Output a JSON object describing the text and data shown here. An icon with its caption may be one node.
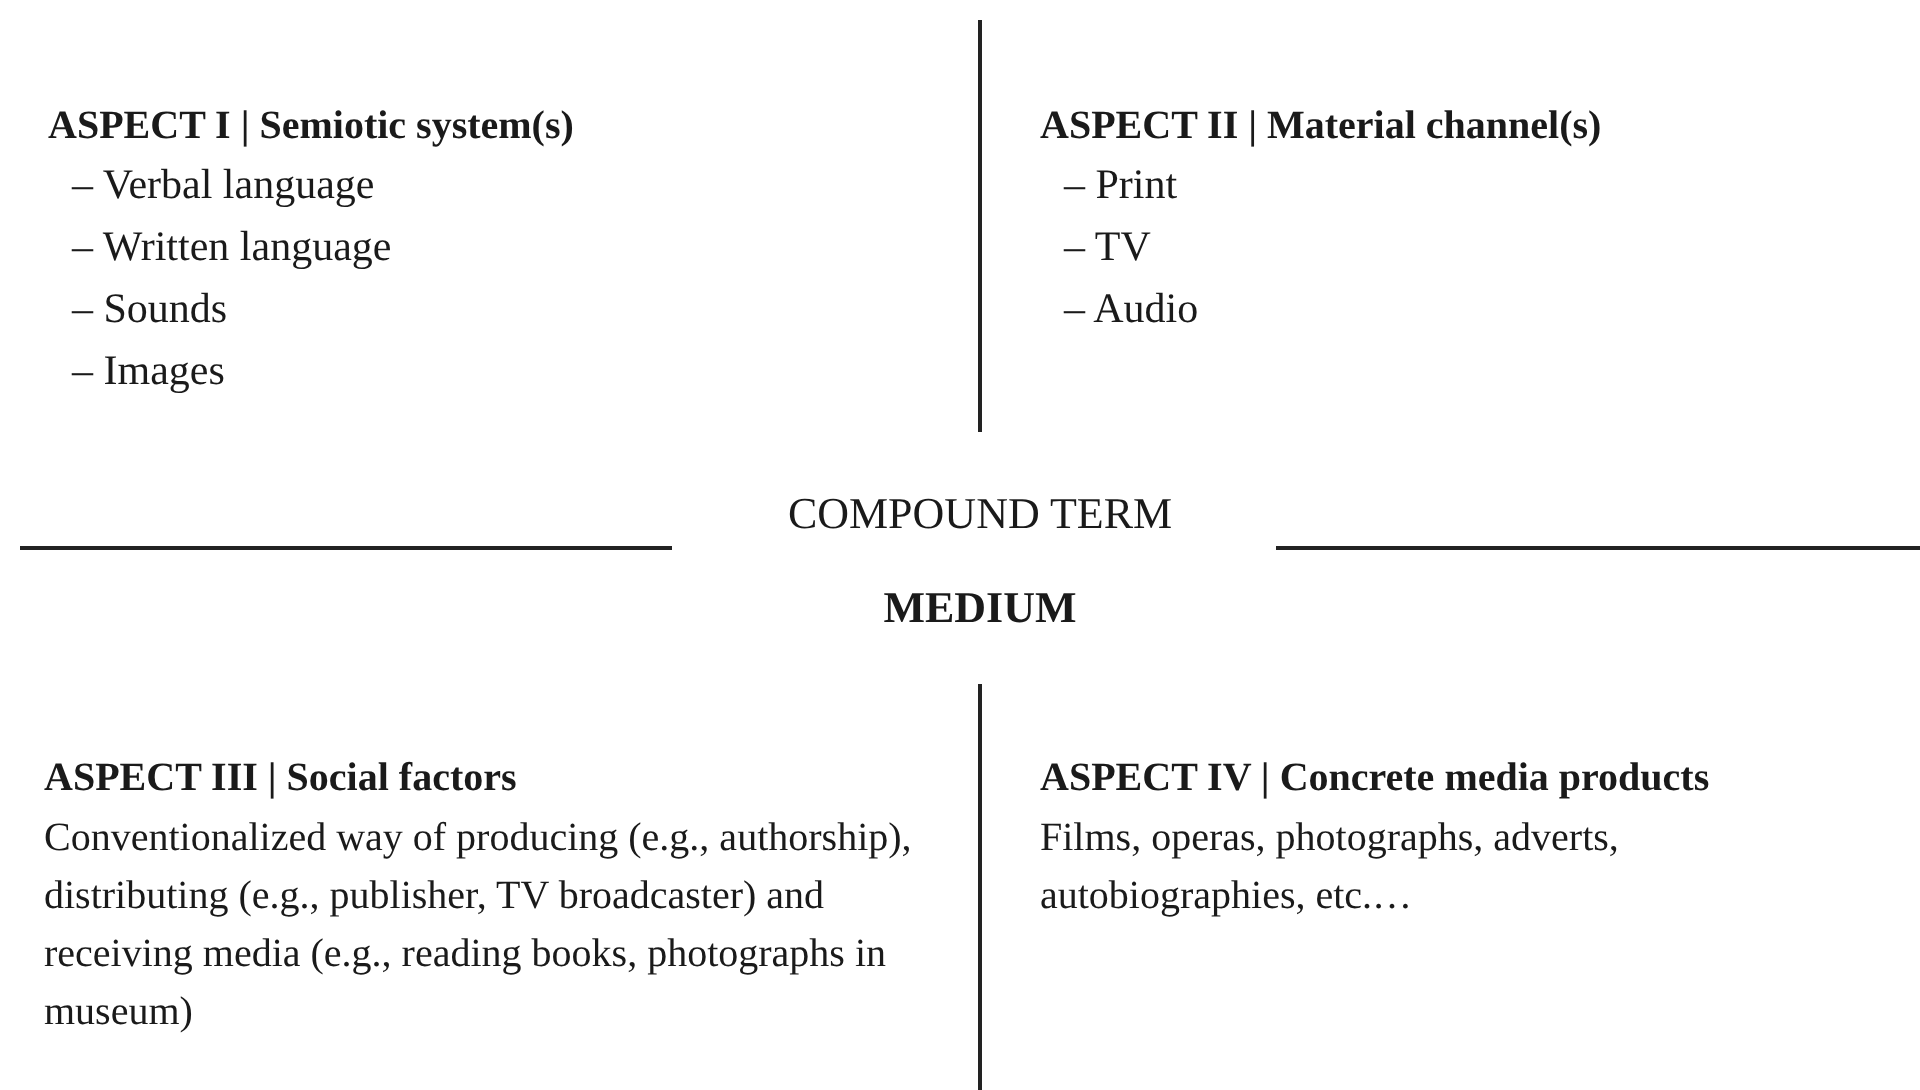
{
  "diagram": {
    "labels": [
      "ASPECT I | Semiotic system(s)",
      "– Verbal language",
      "– Written language",
      "– Sounds",
      "– Images",
      "ASPECT II | Material channel(s)",
      "– Print",
      "– TV",
      "– Audio",
      "COMPOUND TERM",
      "MEDIUM",
      "ASPECT III | Social factors",
      "Conventionalized way of producing (e.g., authorship), distributing (e.g., publisher, TV broadcaster) and receiving media (e.g., reading books, photographs in museum)",
      "ASPECT IV | Concrete media products",
      "Films, operas, photographs, adverts, autobiographies, etc.…"
    ]
  }
}
